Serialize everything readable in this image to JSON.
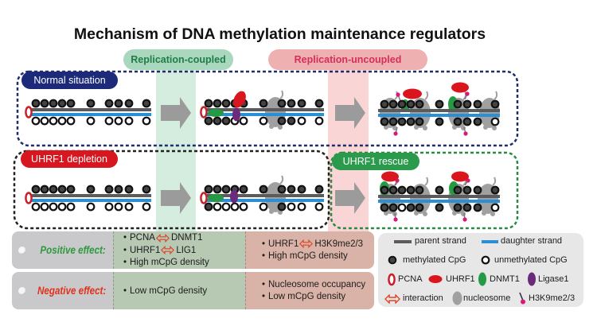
{
  "title": "Mechanism of DNA methylation maintenance regulators",
  "phases": {
    "coupled": "Replication-coupled",
    "uncoupled": "Replication-uncoupled"
  },
  "scenarios": {
    "normal": {
      "label": "Normal situation",
      "panels": {
        "initial": {
          "top": "MMMMMMMMMM",
          "bottom": "UUUUUUUUUU"
        },
        "coupled": {
          "top": "MMMMMMMMMM",
          "bottom": "MMMUUUMMUU"
        },
        "uncoupled": {
          "top": "MMMMMMMMMM",
          "bottom": "MMMMMMMMMU"
        }
      }
    },
    "depletion": {
      "label": "UHRF1 depletion",
      "panels": {
        "initial": {
          "top": "MMMMMMMMMM",
          "bottom": "UUUUUUUUUU"
        },
        "coupled": {
          "top": "MMMMMMMMMM",
          "bottom": "MUUUUUMUUU"
        }
      }
    },
    "rescue": {
      "label": "UHRF1 rescue",
      "panels": {
        "uncoupled": {
          "top": "MMMMMMMMMM",
          "bottom": "MMUMMMMMMU"
        }
      }
    }
  },
  "effects": {
    "positive": {
      "label": "Positive effect:",
      "coupled": [
        {
          "a": "PCNA",
          "b": "DNMT1"
        },
        {
          "a": "UHRF1",
          "b": "LIG1"
        },
        {
          "text": "High mCpG density"
        }
      ],
      "uncoupled": [
        {
          "a": "UHRF1",
          "b": "H3K9me2/3"
        },
        {
          "text": "High mCpG density"
        }
      ]
    },
    "negative": {
      "label": "Negative effect:",
      "coupled": [
        {
          "text": "Low mCpG density"
        }
      ],
      "uncoupled": [
        {
          "text": "Nucleosome occupancy"
        },
        {
          "text": "Low mCpG density"
        }
      ]
    }
  },
  "legend": {
    "parent_strand": "parent strand",
    "daughter_strand": "daughter strand",
    "methylated": "methylated CpG",
    "unmethylated": "unmethylated CpG",
    "pcna": "PCNA",
    "uhrf1": "UHRF1",
    "dnmt1": "DNMT1",
    "ligase1": "Ligase1",
    "interaction": "interaction",
    "nucleosome": "nucleosome",
    "h3k9": "H3K9me2/3"
  },
  "colors": {
    "normal_badge": "#1d2a7a",
    "depletion_badge": "#d7161f",
    "rescue_badge": "#2b9a4d",
    "coupled_pill_bg": "#a9d8be",
    "coupled_pill_text": "#1f7d45",
    "uncoupled_pill_bg": "#efb0b2",
    "uncoupled_pill_text": "#d42f5b",
    "coupled_column": "#d5eddf",
    "uncoupled_column": "#f9d6d5",
    "normal_box": "#1f2d6e",
    "depletion_box": "#222222",
    "rescue_box": "#2a8a45",
    "parent_strand": "#5b5b5b",
    "daughter_strand": "#2a8fd4",
    "methylated_cpg": "#444444",
    "pcna": "#c8202a",
    "uhrf1": "#d9161e",
    "dnmt1": "#249a45",
    "ligase1": "#6b2a7c",
    "nucleosome": "#a0a0a0",
    "h3k9me": "#d6197a",
    "interaction": "#e0452a",
    "arrow": "#9b9b9b",
    "positive": "#2c9a3c",
    "negative": "#e0321c",
    "label_cell": "#c9c9cb",
    "coupled_cell": "#b7c8b3",
    "uncoupled_cell": "#d9b3a7",
    "legend_bg": "#e7e7e7"
  }
}
